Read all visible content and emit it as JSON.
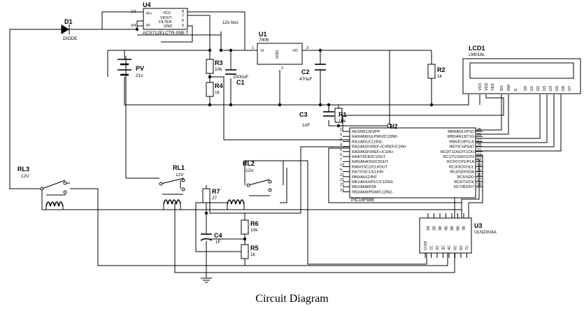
{
  "caption": "Circuit Diagram",
  "components": {
    "u4": {
      "ref": "U4",
      "part": "ACS712ELCTR-05B-T",
      "pins_left": [
        "IP+",
        "IP-"
      ],
      "pins_right": [
        "VCC",
        "VIOUT",
        "FILTER",
        "GND"
      ],
      "pin_numbers": [
        "1/2",
        "3/4",
        "8",
        "7",
        "6",
        "5"
      ]
    },
    "d1": {
      "ref": "D1",
      "part": "DIODE"
    },
    "bus": {
      "label": "12v bus"
    },
    "pv": {
      "ref": "PV",
      "value": "21v"
    },
    "r3": {
      "ref": "R3",
      "value": "10k"
    },
    "r4": {
      "ref": "R4",
      "value": "1k"
    },
    "c1": {
      "ref": "C1",
      "value": "1000uF"
    },
    "u1": {
      "ref": "U1",
      "part": "7806",
      "pin_vi": "VI",
      "pin_vo": "VO",
      "pin_gnd": "GND",
      "pin_numbers": [
        "1",
        "3",
        "2"
      ]
    },
    "c2": {
      "ref": "C2",
      "value": "470uF"
    },
    "r2": {
      "ref": "R2",
      "value": "1k"
    },
    "lcd1": {
      "ref": "LCD1",
      "part": "LM016L",
      "pins": [
        "VSS",
        "VDD",
        "VEE",
        "RS",
        "RW",
        "E",
        "D0",
        "D1",
        "D2",
        "D3",
        "D4",
        "D5",
        "D6",
        "D7"
      ]
    },
    "c3": {
      "ref": "C3",
      "value": "1nF"
    },
    "r1": {
      "ref": "R1",
      "value": "10k"
    },
    "u2": {
      "ref": "U2",
      "part": "PIC16F886",
      "left_pins": [
        {
          "num": "1",
          "name": "RE3/MCLR/VPP"
        },
        {
          "num": "2",
          "name": "RA0/AN0/ULPWU/C12IN0-"
        },
        {
          "num": "3",
          "name": "RA1/AN1/C12IN1-"
        },
        {
          "num": "4",
          "name": "RA2/AN2/VREF-/CVREF/C2IN+"
        },
        {
          "num": "5",
          "name": "RA3/AN3/VREF+/C1IN+"
        },
        {
          "num": "6",
          "name": "RA4/T0CKI/C1OUT"
        },
        {
          "num": "7",
          "name": "RA5/AN4/SS/C2OUT"
        },
        {
          "num": "10",
          "name": "RA6/OSC2/CLKOUT"
        },
        {
          "num": "9",
          "name": "RA7/OSC1/CLKIN"
        },
        {
          "num": "21",
          "name": "RB0/AN12/INT"
        },
        {
          "num": "22",
          "name": "RB1/AN10/P1C/C12IN3-"
        },
        {
          "num": "23",
          "name": "RB2/AN8/P1B"
        },
        {
          "num": "24",
          "name": "RB3/AN9/PGM/C12IN2-"
        }
      ],
      "right_pins": [
        {
          "num": "25",
          "name": "RB4/AN11/P1D"
        },
        {
          "num": "26",
          "name": "RB5/AN13/T1G"
        },
        {
          "num": "27",
          "name": "RB6/ICSPCLK"
        },
        {
          "num": "28",
          "name": "RB7/ICSPDAT"
        },
        {
          "num": "11",
          "name": "RC0/T1OSO/T1CKI"
        },
        {
          "num": "12",
          "name": "RC1/T1OSI/CCP2"
        },
        {
          "num": "13",
          "name": "RC2/CCP1/P1A"
        },
        {
          "num": "14",
          "name": "RC3/SCK/SCL"
        },
        {
          "num": "15",
          "name": "RC4/SDI/SDA"
        },
        {
          "num": "16",
          "name": "RC5/SDO"
        },
        {
          "num": "17",
          "name": "RC6/TX/CK"
        },
        {
          "num": "18",
          "name": "RC7/RX/DT"
        }
      ]
    },
    "rl3": {
      "ref": "RL3",
      "value": "12V"
    },
    "rl1": {
      "ref": "RL1",
      "value": "12V"
    },
    "rl2": {
      "ref": "RL2",
      "value": "12V"
    },
    "r7": {
      "ref": "R7",
      "value": "27"
    },
    "c4": {
      "ref": "C4",
      "value": "1F"
    },
    "r6": {
      "ref": "R6",
      "value": "10k"
    },
    "r5": {
      "ref": "R5",
      "value": "1k"
    },
    "u3": {
      "ref": "U3",
      "part": "ULN2003A",
      "top_pins": [
        "1B",
        "2B",
        "3B",
        "4B",
        "5B",
        "6B",
        "7B"
      ],
      "bottom_pins": [
        "COM",
        "1C",
        "2C",
        "3C",
        "4C",
        "5C",
        "6C",
        "7C"
      ]
    }
  }
}
